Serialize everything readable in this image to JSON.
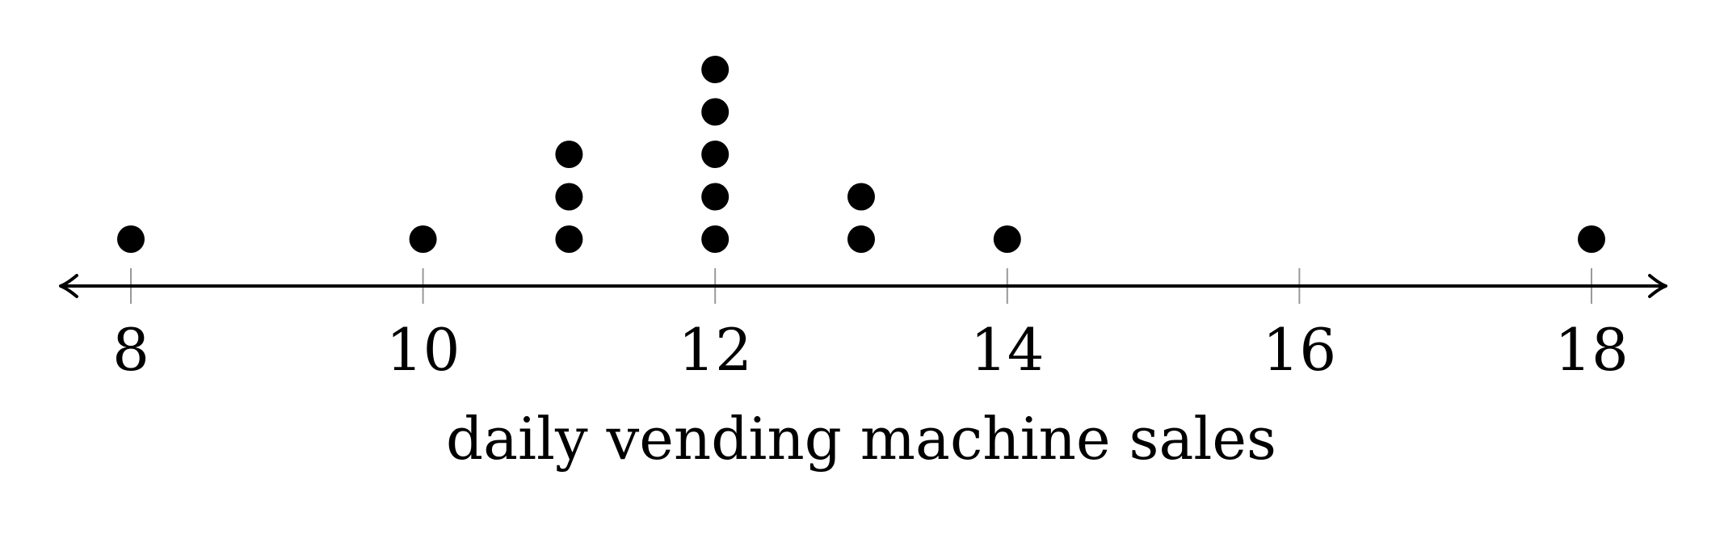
{
  "chart_data": {
    "type": "dot_plot",
    "xlabel": "daily vending machine sales",
    "title": "",
    "xlim": [
      7.5,
      18.5
    ],
    "ticks": [
      8,
      10,
      12,
      14,
      16,
      18
    ],
    "tick_labels": [
      "8",
      "10",
      "12",
      "14",
      "16",
      "18"
    ],
    "minor_ticks": [],
    "points": [
      {
        "x": 8,
        "count": 1
      },
      {
        "x": 10,
        "count": 1
      },
      {
        "x": 11,
        "count": 3
      },
      {
        "x": 12,
        "count": 5
      },
      {
        "x": 13,
        "count": 2
      },
      {
        "x": 14,
        "count": 1
      },
      {
        "x": 18,
        "count": 1
      }
    ],
    "grid": false,
    "colors": {
      "dot": "#000000",
      "axis": "#000000",
      "tick": "#999999"
    }
  }
}
